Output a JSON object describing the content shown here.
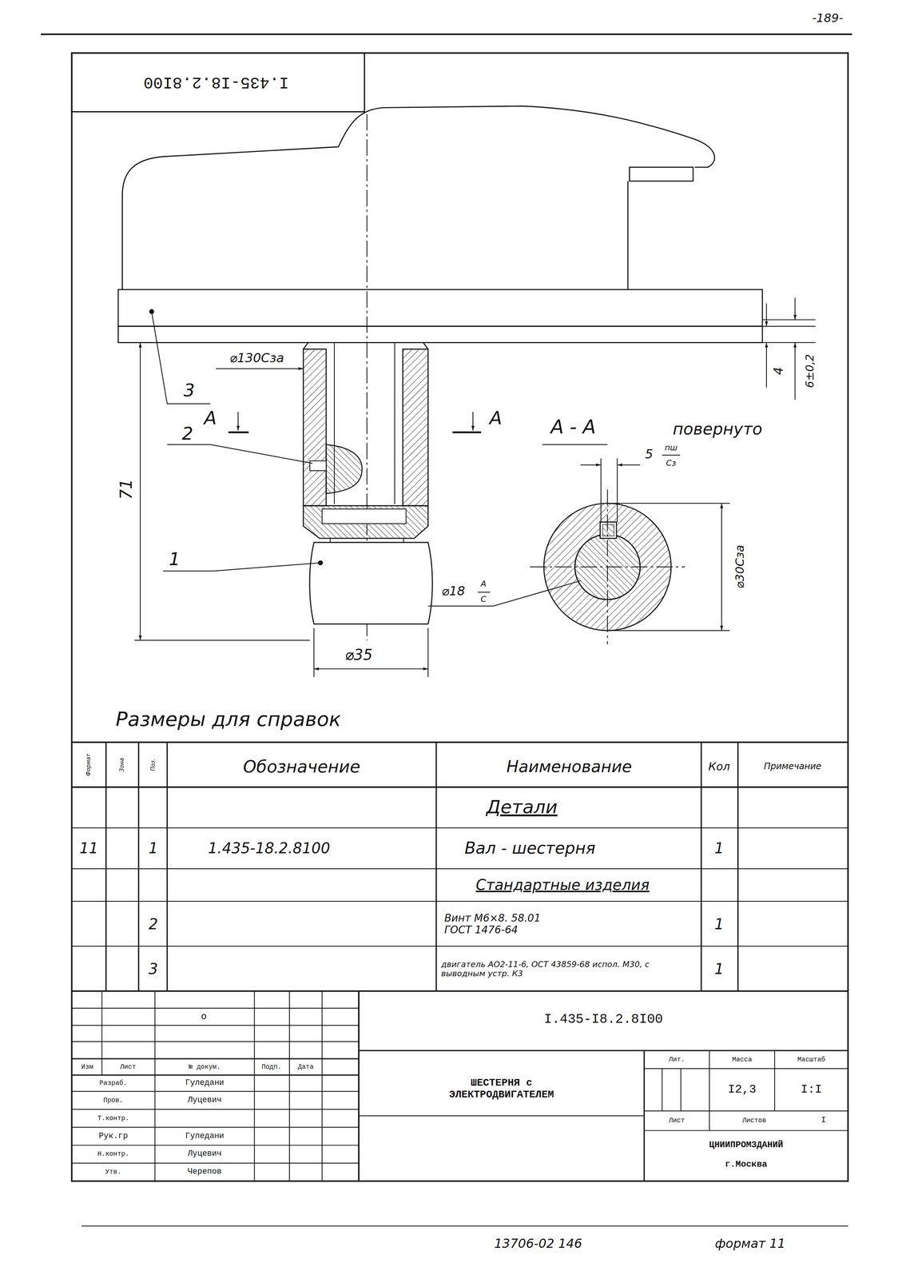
{
  "diagram": {
    "title": "ШЕСТЕРНЯ с ЭЛЕКТРОДВИГАТЕЛЕМ",
    "labels": [
      "-189-",
      "I.435-I8.2.8I00",
      "⌀130Сза",
      "3",
      "2",
      "1",
      "А",
      "А",
      "71",
      "А - А",
      "повернуто",
      "5",
      "пш",
      "Сз",
      "⌀30Сза",
      "⌀18",
      "А",
      "С",
      "⌀35",
      "4",
      "6±0,2",
      "Размеры для справок",
      "Формат",
      "Зона",
      "Поз.",
      "Обозначение",
      "Наименование",
      "Кол",
      "Примечание",
      "Детали",
      "11",
      "1",
      "1.435-18.2.8100",
      "Вал - шестерня",
      "1",
      "Стандартные изделия",
      "2",
      "Винт М6×8. 58.01 ГОСТ 1476-64",
      "1",
      "3",
      "двигатель АО2-11-6, ОСТ 43859-68 испол. М30, с выводным устр. К3",
      "1",
      "о",
      "I.435-I8.2.8I00",
      "Изм",
      "Лист",
      "№ докум.",
      "Подп.",
      "Дата",
      "Разраб.",
      "Гуледани",
      "Пров.",
      "Луцевич",
      "Т.контр.",
      "Рук.гр",
      "Гуледани",
      "Н.контр.",
      "Луцевич",
      "Утв.",
      "Черепов",
      "Лит.",
      "Масса",
      "Масштаб",
      "I2,3",
      "I:I",
      "Лист",
      "Листов",
      "I",
      "ЦНИИПРОМЗДАНИЙ",
      "г.Москва",
      "13706-02 146",
      "формат 11"
    ]
  }
}
